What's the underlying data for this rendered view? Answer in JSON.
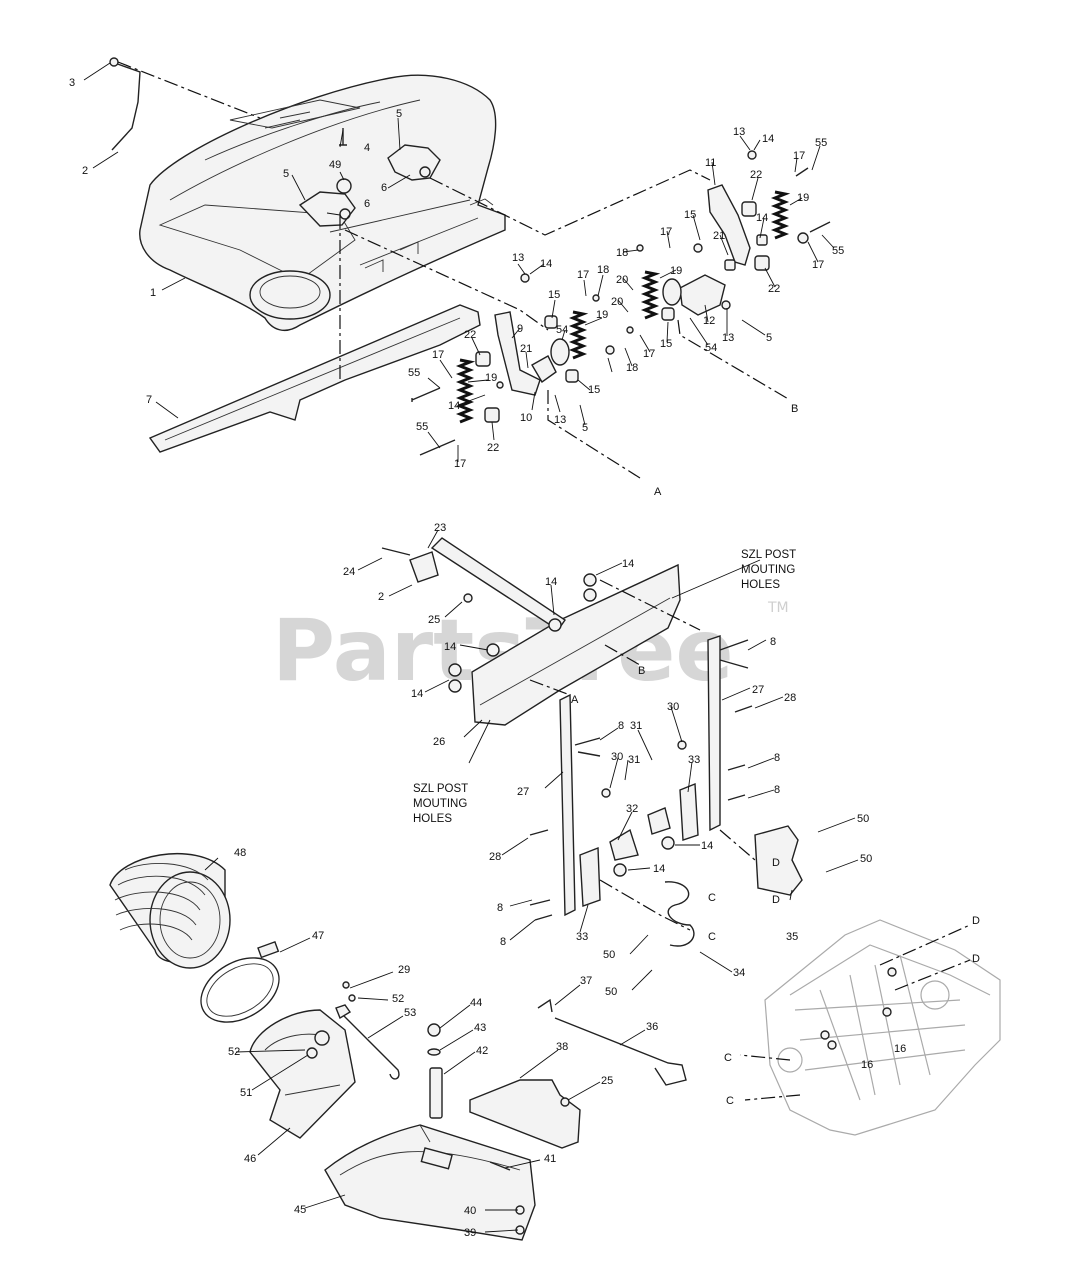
{
  "watermark": {
    "text": "PartsTree",
    "tm": "TM"
  },
  "notes": {
    "szl_top": [
      "SZL POST",
      "MOUTING",
      "HOLES"
    ],
    "szl_bottom": [
      "SZL POST",
      "MOUTING",
      "HOLES"
    ]
  },
  "callouts": {
    "c3": "3",
    "c2a": "2",
    "c1": "1",
    "c4": "4",
    "c5a": "5",
    "c5b": "5",
    "c6a": "6",
    "c6b": "6",
    "c49": "49",
    "c7": "7",
    "c13a": "13",
    "c14a": "14",
    "c55a": "55",
    "c17a": "17",
    "c11": "11",
    "c22a": "22",
    "c19a": "19",
    "c14b": "14",
    "c21a": "21",
    "c15a": "15",
    "c17b": "17",
    "c18a": "18",
    "c55b": "55",
    "c17c": "17",
    "c22b": "22",
    "c12": "12",
    "c54a": "54",
    "c13b": "13",
    "c5c": "5",
    "c15b": "15",
    "c17d": "17",
    "c18b": "18",
    "c20a": "20",
    "c20b": "20",
    "c19b": "19",
    "c13c": "13",
    "c14c": "14",
    "c17e": "17",
    "c18c": "18",
    "c15c": "15",
    "c54b": "54",
    "c19c": "19",
    "c9": "9",
    "c22c": "22",
    "c21b": "21",
    "c17f": "17",
    "c55c": "55",
    "c19d": "19",
    "c14d": "14",
    "c15d": "15",
    "c10": "10",
    "c13d": "13",
    "c5d": "5",
    "c55d": "55",
    "c17g": "17",
    "c22d": "22",
    "A1": "A",
    "B1": "B",
    "c23": "23",
    "c24": "24",
    "c2b": "2",
    "c25a": "25",
    "c14e": "14",
    "c14f": "14",
    "c14g": "14",
    "c14h": "14",
    "B2": "B",
    "A2": "A",
    "c8a": "8",
    "c27a": "27",
    "c28a": "28",
    "c26": "26",
    "c8b": "8",
    "c30a": "30",
    "c31a": "31",
    "c30b": "30",
    "c31b": "31",
    "c33a": "33",
    "c8c": "8",
    "c8d": "8",
    "c27b": "27",
    "c32": "32",
    "c28b": "28",
    "c14i": "14",
    "c14j": "14",
    "c50a": "50",
    "c50b": "50",
    "D1": "D",
    "D2": "D",
    "c35": "35",
    "c8e": "8",
    "c8f": "8",
    "c33b": "33",
    "C1": "C",
    "C2": "C",
    "c50c": "50",
    "c50d": "50",
    "c34": "34",
    "D3": "D",
    "D4": "D",
    "c16a": "16",
    "c16b": "16",
    "C3": "C",
    "C4": "C",
    "c48": "48",
    "c47": "47",
    "c29": "29",
    "c52a": "52",
    "c53": "53",
    "c44": "44",
    "c43": "43",
    "c42": "42",
    "c37": "37",
    "c36": "36",
    "c38": "38",
    "c25b": "25",
    "c52b": "52",
    "c51": "51",
    "c46": "46",
    "c41": "41",
    "c45": "45",
    "c40": "40",
    "c39": "39"
  }
}
